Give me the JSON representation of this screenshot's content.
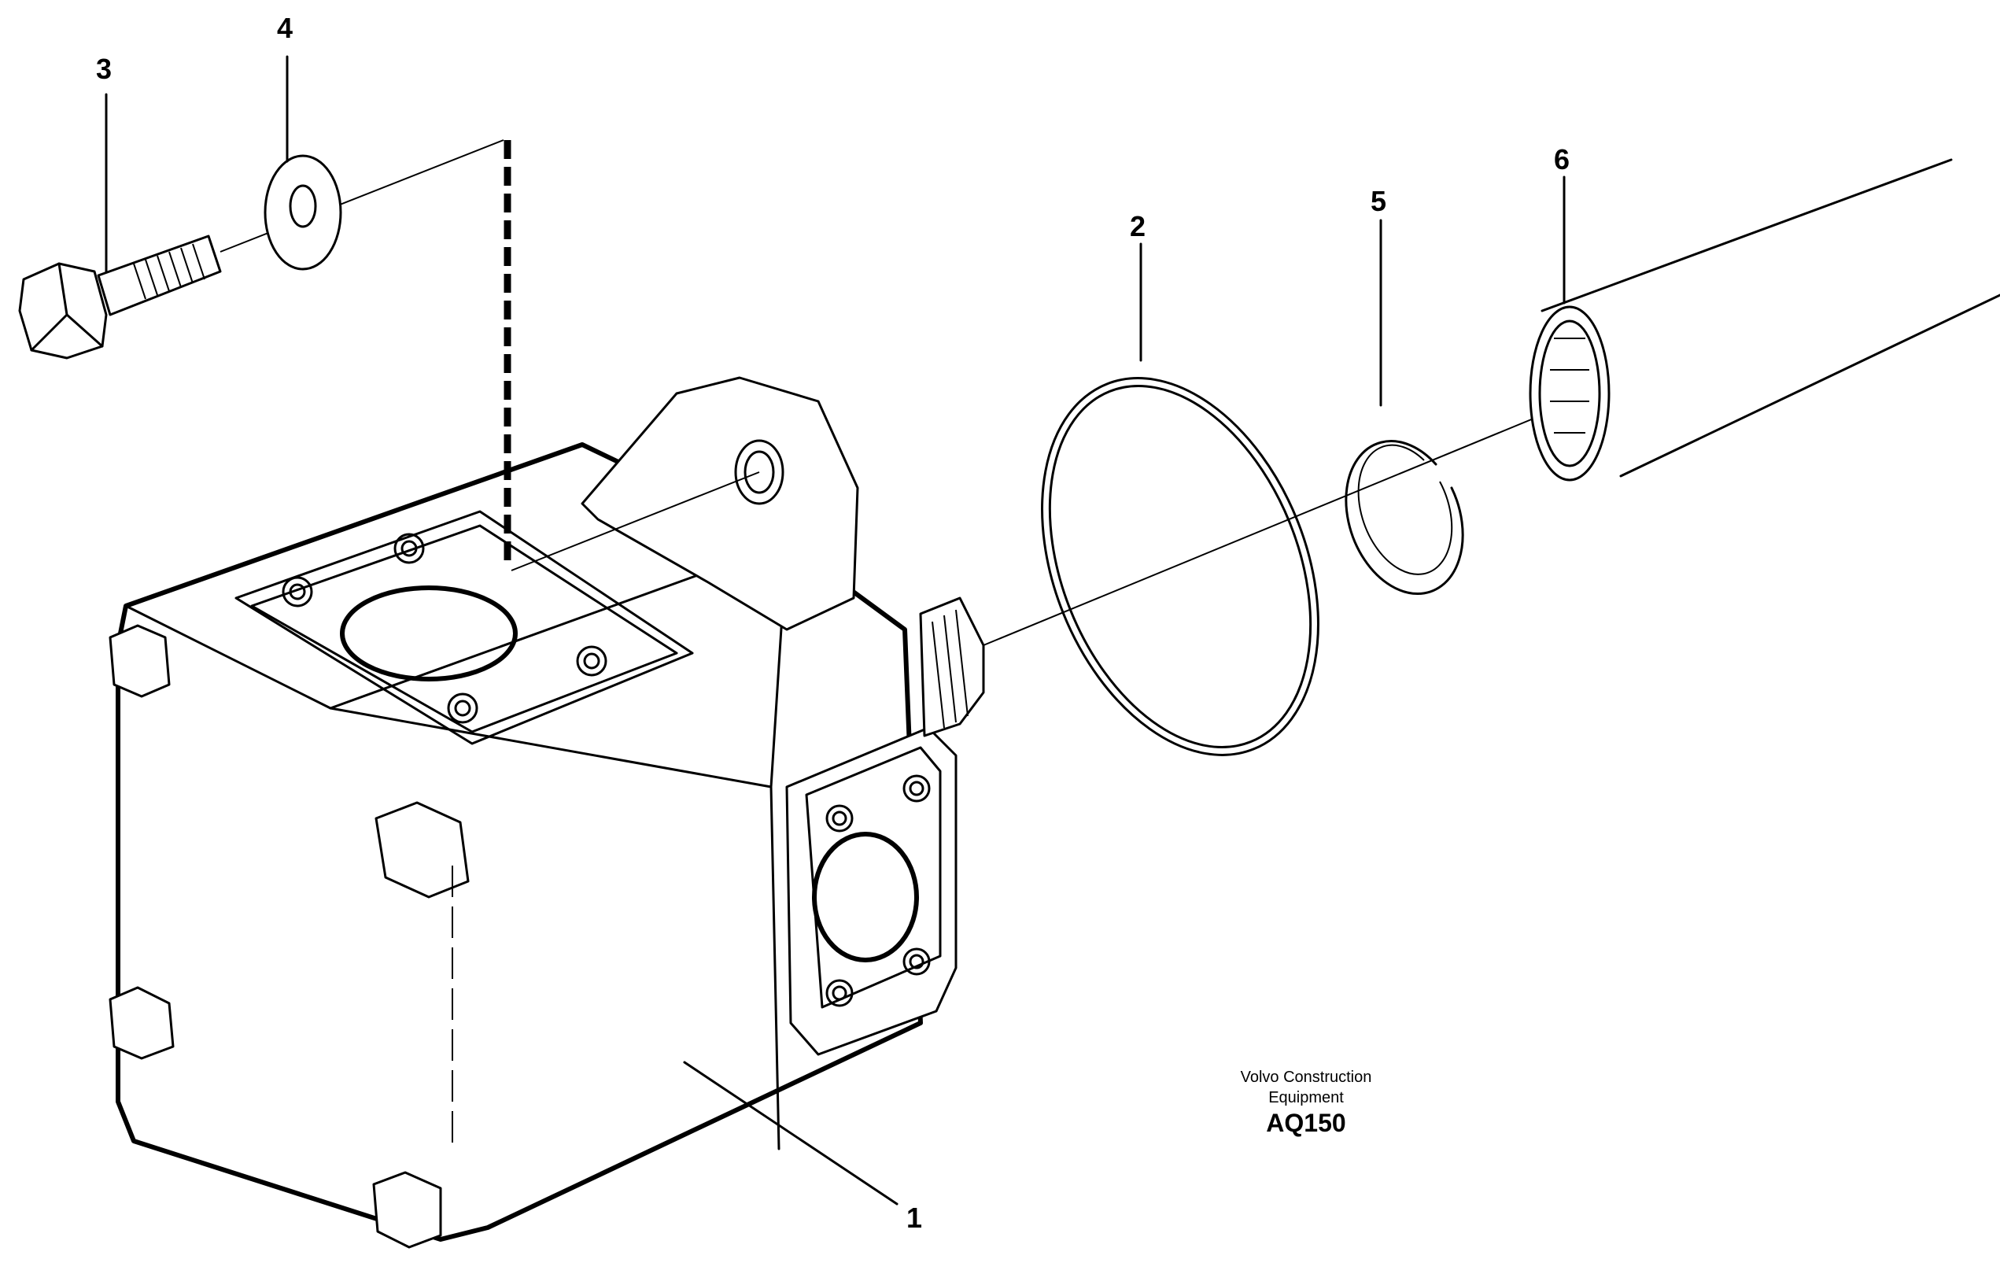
{
  "diagram": {
    "callouts": [
      {
        "id": "1",
        "text": "1"
      },
      {
        "id": "2",
        "text": "2"
      },
      {
        "id": "3",
        "text": "3"
      },
      {
        "id": "4",
        "text": "4"
      },
      {
        "id": "5",
        "text": "5"
      },
      {
        "id": "6",
        "text": "6"
      }
    ],
    "caption": {
      "line1": "Volvo Construction",
      "line2": "Equipment",
      "code": "AQ150"
    }
  }
}
